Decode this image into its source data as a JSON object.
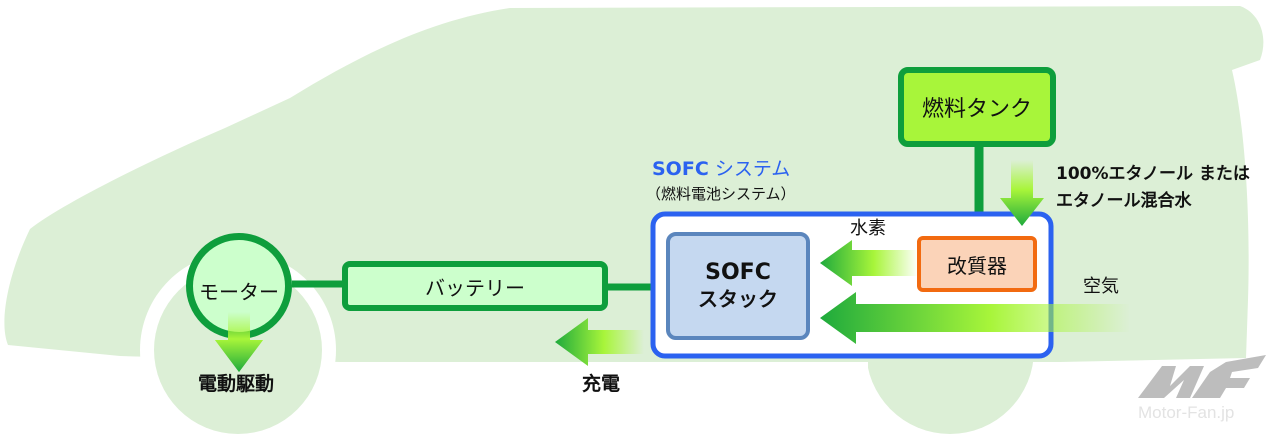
{
  "diagram": {
    "title": "SOFC システム",
    "title_prefix": "SOFC",
    "title_suffix": "システム",
    "subtitle": "（燃料電池システム）",
    "nodes": {
      "fuel_tank": "燃料タンク",
      "reformer": "改質器",
      "sofc_stack_line1": "SOFC",
      "sofc_stack_line2": "スタック",
      "battery": "バッテリー",
      "motor": "モーター"
    },
    "flow_labels": {
      "fuel_line1": "100%エタノール または",
      "fuel_line2": "エタノール混合水",
      "hydrogen": "水素",
      "air": "空気",
      "charge": "充電",
      "drive": "電動駆動"
    },
    "watermark": {
      "logo": "MF",
      "text": "Motor-Fan.jp"
    },
    "colors": {
      "car_body": "#dcefd6",
      "wheel_gap": "#ffffff",
      "line_green": "#0e9e3c",
      "box_fill_light": "#ccffcc",
      "tank_fill": "#a8f53a",
      "system_border": "#2b62f0",
      "title_blue": "#2b62f0",
      "stack_fill": "#c5d8f0",
      "stack_border": "#5b86bd",
      "reformer_fill": "#fbd3b8",
      "reformer_border": "#f26a10",
      "arrow_dark": "#1eaa3c",
      "arrow_light": "#a8f53a",
      "watermark": "#bdbdbd"
    }
  }
}
